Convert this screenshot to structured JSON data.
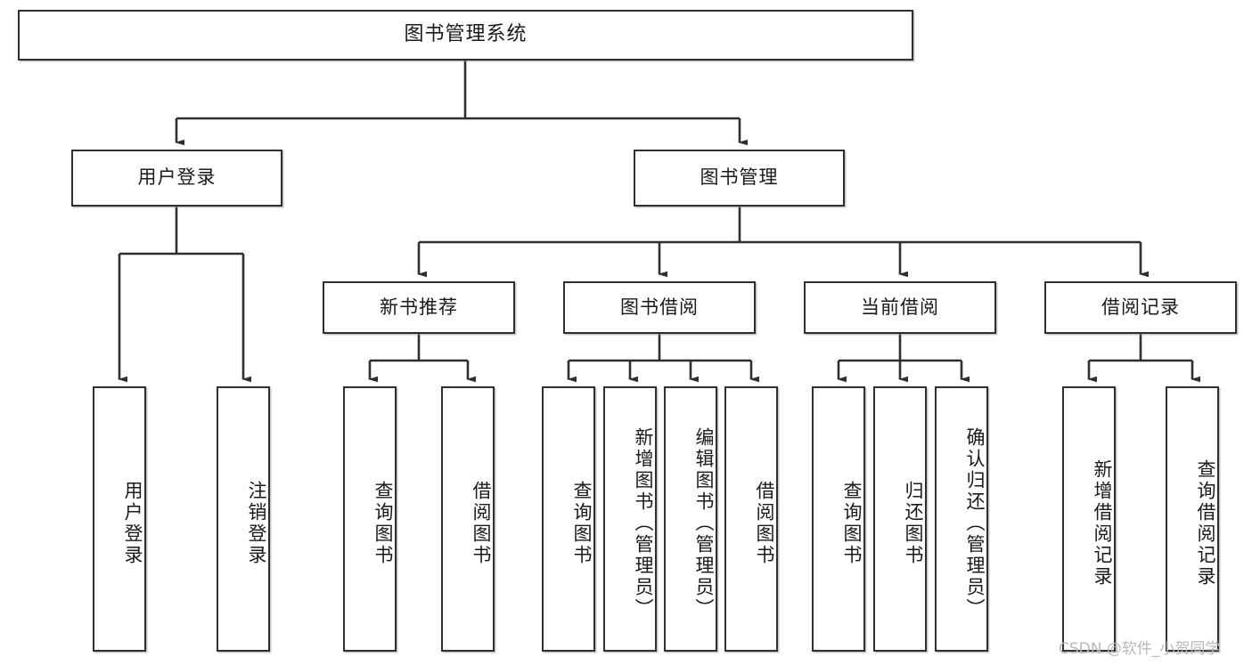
{
  "diagram": {
    "title": "图书管理系统",
    "watermark": "CSDN @软件_小贺同学",
    "line_color": "#2f2f2f",
    "box_fill": "#ffffff",
    "text_color": "#1a1a1a",
    "levels": {
      "root": {
        "label": "图书管理系统"
      },
      "level2": [
        {
          "label": "用户登录"
        },
        {
          "label": "图书管理"
        }
      ],
      "level3": [
        {
          "label": "新书推荐"
        },
        {
          "label": "图书借阅"
        },
        {
          "label": "当前借阅"
        },
        {
          "label": "借阅记录"
        }
      ],
      "leaves": {
        "user_login": [
          {
            "label": "用户登录"
          },
          {
            "label": "注销登录"
          }
        ],
        "new_book_recommend": [
          {
            "label": "查询图书"
          },
          {
            "label": "借阅图书"
          }
        ],
        "book_borrow": [
          {
            "label": "查询图书"
          },
          {
            "label": "新增图书（管理员）"
          },
          {
            "label": "编辑图书（管理员）"
          },
          {
            "label": "借阅图书"
          }
        ],
        "current_borrow": [
          {
            "label": "查询图书"
          },
          {
            "label": "归还图书"
          },
          {
            "label": "确认归还（管理员）"
          }
        ],
        "borrow_record": [
          {
            "label": "新增借阅记录"
          },
          {
            "label": "查询借阅记录"
          }
        ]
      }
    }
  }
}
